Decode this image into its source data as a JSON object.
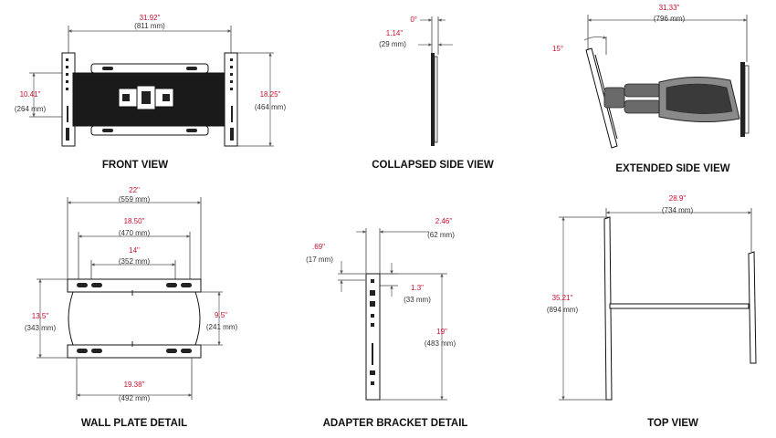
{
  "views": {
    "front": {
      "caption": "FRONT VIEW",
      "width_in": "31.92\"",
      "width_mm": "(811 mm)",
      "left_h_in": "10.41\"",
      "left_h_mm": "(264 mm)",
      "right_h_in": "18.25\"",
      "right_h_mm": "(464 mm)"
    },
    "collapsed": {
      "caption": "COLLAPSED SIDE VIEW",
      "angle": "0°",
      "depth_in": "1.14\"",
      "depth_mm": "(29 mm)"
    },
    "extended": {
      "caption": "EXTENDED SIDE VIEW",
      "angle": "15°",
      "extension_in": "31.33\"",
      "extension_mm": "(796 mm)"
    },
    "wallplate": {
      "caption": "WALL PLATE DETAIL",
      "w1_in": "22\"",
      "w1_mm": "(559 mm)",
      "w2_in": "18.50\"",
      "w2_mm": "(470 mm)",
      "w3_in": "14\"",
      "w3_mm": "(352 mm)",
      "w4_in": "19.38\"",
      "w4_mm": "(492 mm)",
      "h1_in": "13.5\"",
      "h1_mm": "(343 mm)",
      "h2_in": "9.5\"",
      "h2_mm": "(241 mm)"
    },
    "adapter": {
      "caption": "ADAPTER BRACKET DETAIL",
      "w_in": "2.46\"",
      "w_mm": "(62 mm)",
      "top_in": ".69\"",
      "top_mm": "(17 mm)",
      "gap_in": "1.3\"",
      "gap_mm": "(33 mm)",
      "h_in": "19\"",
      "h_mm": "(483 mm)"
    },
    "top": {
      "caption": "TOP VIEW",
      "w_in": "28.9\"",
      "w_mm": "(734 mm)",
      "h_in": "35.21\"",
      "h_mm": "(894 mm)"
    }
  }
}
